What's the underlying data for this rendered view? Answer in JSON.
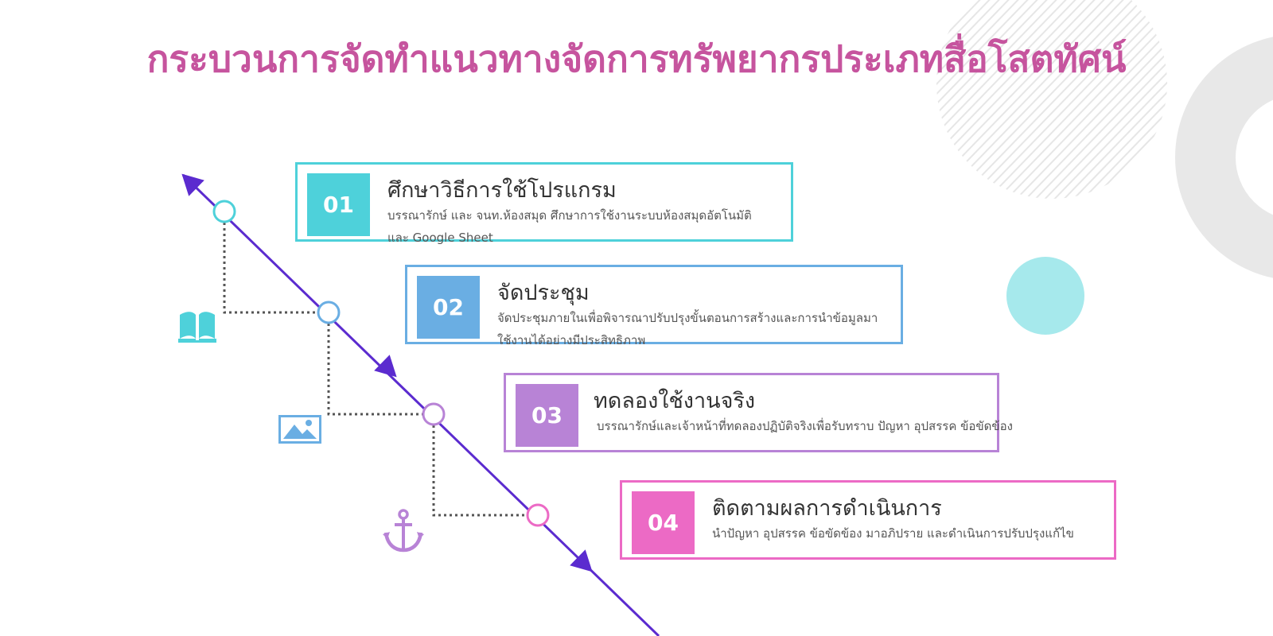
{
  "title": "กระบวนการจัดทำแนวทางจัดการทรัพยากรประเภทสื่อโสตทัศน์",
  "colors": {
    "title": "#C6549E",
    "line": "#5B2BCF",
    "dots": "#555555",
    "decor_gray": "#E8E8E8",
    "decor_circle": "#A6E9EC"
  },
  "steps": [
    {
      "number": "01",
      "title": "ศึกษาวิธีการใช้โปรแกรม",
      "description": "บรรณารักษ์ และ จนท.ห้องสมุด ศึกษาการใช้งานระบบห้องสมุดอัตโนมัติ และ Google Sheet",
      "color": "#4ED1DA",
      "icon": "book-icon"
    },
    {
      "number": "02",
      "title": "จัดประชุม",
      "description": "จัดประชุมภายในเพื่อพิจารณาปรับปรุงขั้นตอนการสร้างและการนำข้อมูลมาใช้งานได้อย่างมีประสิทธิภาพ",
      "color": "#6AAEE3",
      "icon": "image-icon"
    },
    {
      "number": "03",
      "title": "ทดลองใช้งานจริง",
      "description": "บรรณารักษ์และเจ้าหน้าที่ทดลองปฏิบัติจริงเพื่อรับทราบ ปัญหา อุปสรรค ข้อขัดข้อง",
      "color": "#B883D6",
      "icon": "anchor-icon"
    },
    {
      "number": "04",
      "title": "ติดตามผลการดำเนินการ",
      "description": "นำปัญหา อุปสรรค ข้อขัดข้อง มาอภิปราย และดำเนินการปรับปรุงแก้ไข",
      "color": "#EC6AC5",
      "icon": ""
    }
  ]
}
